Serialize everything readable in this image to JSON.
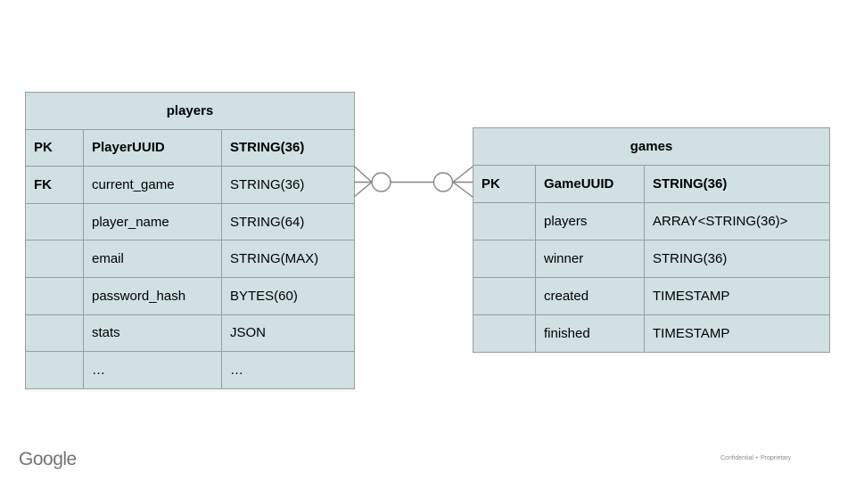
{
  "branding": {
    "logo_text": "Google",
    "footer_note": "Confidential + Proprietary"
  },
  "colors": {
    "background": "#ffffff",
    "table_fill": "#d0e0e3",
    "table_border": "#9c9c9c",
    "connector_stroke": "#848484",
    "text": "#000000",
    "logo_gray": "#747474",
    "footer_gray": "#8c8c8c"
  },
  "tables": {
    "players": {
      "title": "players",
      "rows": [
        {
          "key": "PK",
          "name": "PlayerUUID",
          "type": "STRING(36)",
          "bold": true
        },
        {
          "key": "FK",
          "name": "current_game",
          "type": "STRING(36)",
          "bold": false
        },
        {
          "key": "",
          "name": "player_name",
          "type": "STRING(64)",
          "bold": false
        },
        {
          "key": "",
          "name": "email",
          "type": "STRING(MAX)",
          "bold": false
        },
        {
          "key": "",
          "name": "password_hash",
          "type": "BYTES(60)",
          "bold": false
        },
        {
          "key": "",
          "name": "stats",
          "type": "JSON",
          "bold": false
        },
        {
          "key": "",
          "name": "…",
          "type": "…",
          "bold": false
        }
      ]
    },
    "games": {
      "title": "games",
      "rows": [
        {
          "key": "PK",
          "name": "GameUUID",
          "type": "STRING(36)",
          "bold": true
        },
        {
          "key": "",
          "name": "players",
          "type": "ARRAY<STRING(36)>",
          "bold": false
        },
        {
          "key": "",
          "name": "winner",
          "type": "STRING(36)",
          "bold": false
        },
        {
          "key": "",
          "name": "created",
          "type": "TIMESTAMP",
          "bold": false
        },
        {
          "key": "",
          "name": "finished",
          "type": "TIMESTAMP",
          "bold": false
        }
      ]
    }
  },
  "connector": {
    "from_table": "players",
    "from_field": "current_game",
    "to_table": "games",
    "to_field": "GameUUID",
    "cardinality": "zero-or-many to zero-or-many (crow's foot with circles on both ends)"
  }
}
